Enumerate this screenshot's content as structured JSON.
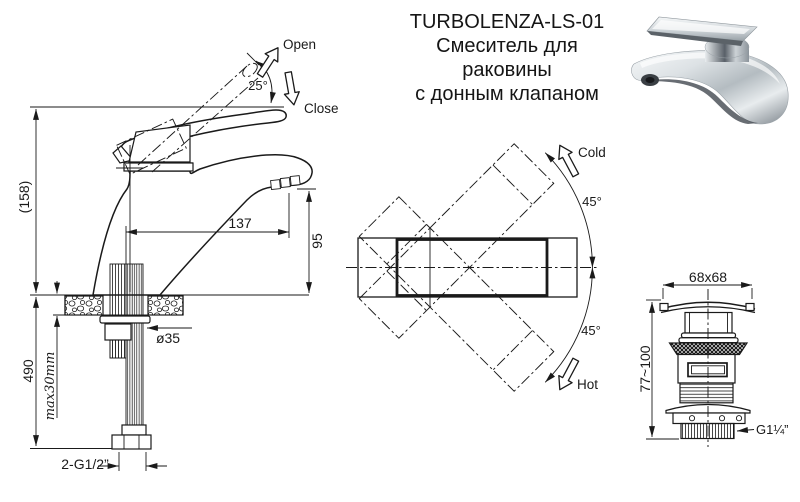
{
  "header": {
    "model": "TURBOLENZA-LS-01",
    "subtitle_line1": "Смеситель для раковины",
    "subtitle_line2": "с донным клапаном"
  },
  "side_view": {
    "open": "Open",
    "close": "Close",
    "lever_angle": "25°",
    "overall_height": "(158)",
    "spout_reach": "137",
    "spout_height": "95",
    "install_depth": "490",
    "max_deck_thickness": "max30mm",
    "mount_hole": "ø35",
    "supply_connection": "2-G1/2”"
  },
  "top_view": {
    "cold": "Cold",
    "hot": "Hot",
    "swing_top": "45°",
    "swing_bottom": "45°"
  },
  "drain_valve": {
    "cap_size": "68x68",
    "height_range": "77~100",
    "thread": "G1¼”"
  },
  "colors": {
    "ink": "#1a1a1a",
    "paper": "#ffffff",
    "chrome_light": "#eef1f3",
    "chrome_mid": "#aab2b8",
    "chrome_dark": "#4d545a"
  }
}
